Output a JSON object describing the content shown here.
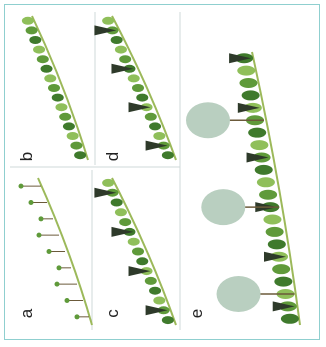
{
  "panels": [
    {
      "label": "a",
      "stage": "sparse-seedlings"
    },
    {
      "label": "b",
      "stage": "young-shrub-belt"
    },
    {
      "label": "c",
      "stage": "shrub-belt-with-conifers"
    },
    {
      "label": "d",
      "stage": "denser-shrub-belt-with-conifers"
    },
    {
      "label": "e",
      "stage": "mature-woodland-belt"
    }
  ],
  "colors": {
    "frame": "#8fcfcf",
    "ground": "#9cb95a",
    "shrub_dark": "#3f7a2c",
    "shrub_mid": "#5f9a3a",
    "shrub_light": "#8fbf5a",
    "conifer": "#2e3a2a",
    "tree_pale": "#b9cfc0",
    "trunk": "#6b5a3a"
  }
}
